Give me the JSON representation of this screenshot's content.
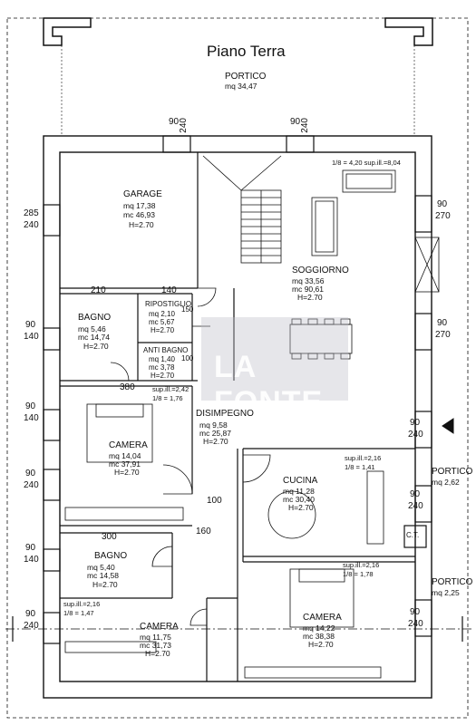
{
  "title": "Piano Terra",
  "portico_top": {
    "name": "PORTICO",
    "mq": "mq  34,47"
  },
  "garage": {
    "name": "GARAGE",
    "mq": "mq  17,38",
    "mc": "mc  46,93",
    "h": "H=2.70"
  },
  "soggiorno": {
    "name": "SOGGIORNO",
    "mq": "mq  33,56",
    "mc": "mc  90,61",
    "h": "H=2.70"
  },
  "bagno1": {
    "name": "BAGNO",
    "mq": "mq  5,46",
    "mc": "mc  14,74",
    "h": "H=2.70"
  },
  "ripostiglio": {
    "name": "RIPOSTIGLIO",
    "mq": "mq  2,10",
    "mc": "mc  5,67",
    "h": "H=2.70"
  },
  "antibagno": {
    "name": "ANTI BAGNO",
    "mq": "mq  1,40",
    "mc": "mc  3,78",
    "h": "H=2.70"
  },
  "disimpegno": {
    "name": "DISIMPEGNO",
    "mq": "mq  9,58",
    "mc": "mc  25,87",
    "h": "H=2.70"
  },
  "camera1": {
    "name": "CAMERA",
    "mq": "mq  14,04",
    "mc": "mc  37,91",
    "h": "H=2.70",
    "sup": "sup.ill.=2,42",
    "ratio": "1/8 = 1,76"
  },
  "cucina": {
    "name": "CUCINA",
    "mq": "mq  11,28",
    "mc": "mc  30,40",
    "h": "H=2.70",
    "sup": "sup.ill.=2,16",
    "ratio": "1/8 = 1,41"
  },
  "bagno2": {
    "name": "BAGNO",
    "mq": "mq  5,40",
    "mc": "mc  14,58",
    "h": "H=2.70"
  },
  "camera2": {
    "name": "CAMERA",
    "mq": "mq  14,22",
    "mc": "mc  38,38",
    "h": "H=2.70",
    "sup": "sup.ill.=2,16",
    "ratio": "1/8 = 1,78"
  },
  "camera3": {
    "name": "CAMERA",
    "mq": "mq  11,75",
    "mc": "mc  31,73",
    "h": "H=2.70",
    "sup": "sup.ill.=2,16",
    "ratio": "1/8 = 1,47"
  },
  "soggiorno_ratio": "1/8 = 4,20  sup.ill.=8,04",
  "portico_r1": {
    "name": "PORTICO",
    "mq": "mq  2,62"
  },
  "portico_r2": {
    "name": "PORTICO",
    "mq": "mq  2,25"
  },
  "ct": "C.T.",
  "dims": {
    "d1": [
      "90",
      "240"
    ],
    "d2": [
      "90",
      "240"
    ],
    "d3": [
      "285",
      "240"
    ],
    "d4": [
      "90",
      "270"
    ],
    "d5": [
      "90",
      "140"
    ],
    "d6": [
      "90",
      "270"
    ],
    "d7": [
      "90",
      "140"
    ],
    "d8": [
      "90",
      "240"
    ],
    "d9": [
      "90",
      "240"
    ],
    "d10": [
      "90",
      "240"
    ],
    "d11": [
      "90",
      "140"
    ],
    "d12": [
      "90",
      "240"
    ],
    "d13": [
      "90",
      "240"
    ],
    "w210": "210",
    "w140": "140",
    "w150": "150",
    "w100": "100",
    "w380": "380",
    "w100b": "100",
    "w160": "160",
    "w300": "300"
  },
  "watermark": "LA FONTE"
}
